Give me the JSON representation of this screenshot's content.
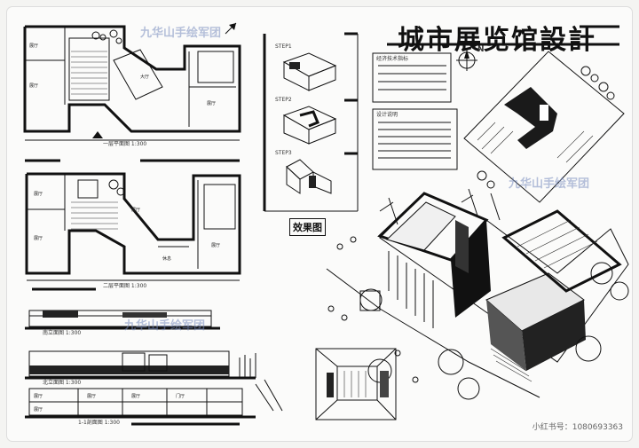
{
  "board": {
    "title": "城市展览馆設計",
    "effect_title": "效果图",
    "watermarks": [
      "九华山手绘军团",
      "九华山手绘军团",
      "九华山手绘军团"
    ],
    "footer": "小红书号：1080693363",
    "north_label": "N"
  },
  "plans": {
    "plan1_label": "一层平面图 1:300",
    "plan2_label": "二层平面图 1:300",
    "rooms_plan1": [
      "展厅",
      "展厅",
      "大厅",
      "展厅"
    ],
    "rooms_plan2": [
      "展厅",
      "展厅",
      "展厅",
      "休息",
      "展厅"
    ]
  },
  "elevations": {
    "label1": "南立面图 1:300",
    "label2": "北立面图 1:300",
    "label3": "1-1剖面图 1:300",
    "rooms": [
      "展厅",
      "展厅",
      "展厅",
      "门厅",
      "展厅"
    ]
  },
  "analysis": {
    "step1": "STEP1",
    "step2": "STEP2",
    "step3": "STEP3",
    "econ_title": "经济技术指标",
    "design_title": "设计说明"
  },
  "colors": {
    "ink": "#111111",
    "paper": "#fbfbfa",
    "watermark": "#7890be"
  }
}
